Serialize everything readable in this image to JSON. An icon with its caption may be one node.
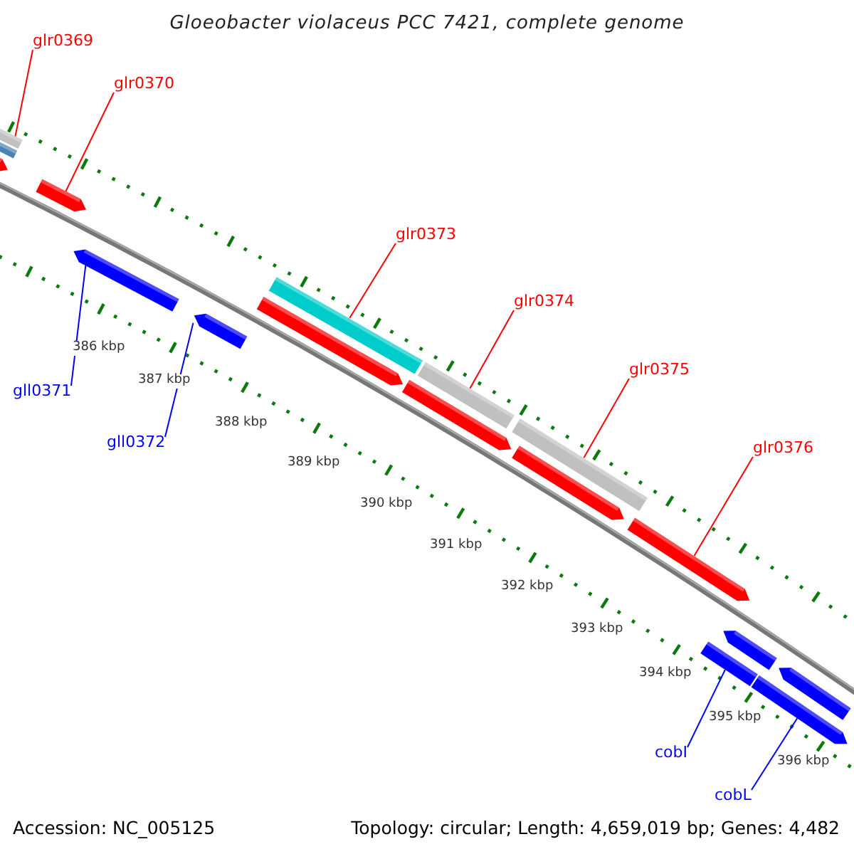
{
  "diagram": {
    "title": "Gloeobacter violaceus PCC 7421, complete genome",
    "nodes": [
      {
        "text": [
          "glr0369"
        ]
      },
      {
        "text": [
          "glr0370"
        ]
      },
      {
        "text": [
          "glr0373"
        ]
      },
      {
        "text": [
          "glr0374"
        ]
      },
      {
        "text": [
          "gll0371"
        ]
      },
      {
        "text": [
          "glr0375"
        ]
      },
      {
        "text": [
          "gll0372"
        ]
      },
      {
        "text": [
          "glr0376"
        ]
      },
      {
        "text": [
          "cobI"
        ]
      },
      {
        "text": [
          "cobL"
        ]
      },
      {
        "text": [],
        "shape": "bar"
      },
      {
        "text": [],
        "shape": "bar"
      },
      {
        "text": [],
        "shape": "arrow"
      },
      {
        "text": [],
        "shape": "arrow"
      },
      {
        "text": [],
        "shape": "arrow"
      },
      {
        "text": [],
        "shape": "arrow"
      },
      {
        "text": [],
        "shape": "bar"
      },
      {
        "text": [],
        "shape": "arrow"
      },
      {
        "text": [],
        "shape": "bar"
      },
      {
        "text": [],
        "shape": "arrow"
      },
      {
        "text": [],
        "shape": "bar"
      },
      {
        "text": [],
        "shape": "arrow"
      },
      {
        "text": [],
        "shape": "arrow"
      },
      {
        "text": [],
        "shape": "arrow"
      },
      {
        "text": [],
        "shape": "arrow"
      },
      {
        "text": [],
        "shape": "bar"
      },
      {
        "text": [],
        "shape": "arrow"
      }
    ],
    "edges": [
      {
        "from": 0,
        "to": 10,
        "arrow": "none"
      },
      {
        "from": 1,
        "to": 13,
        "arrow": "none"
      },
      {
        "from": 2,
        "to": 16,
        "arrow": "none"
      },
      {
        "from": 3,
        "to": 18,
        "arrow": "none"
      },
      {
        "from": 4,
        "to": 14,
        "arrow": "none",
        "color": "#0000ff"
      },
      {
        "from": 5,
        "to": 20,
        "arrow": "none"
      },
      {
        "from": 6,
        "to": 15,
        "arrow": "none",
        "color": "#0000ff"
      },
      {
        "from": 7,
        "to": 22,
        "arrow": "none"
      },
      {
        "from": 8,
        "to": 25,
        "arrow": "none",
        "color": "#0000ff"
      },
      {
        "from": 9,
        "to": 26,
        "arrow": "none",
        "color": "#0000ff"
      }
    ],
    "labels": [
      "386 kbp",
      "387 kbp",
      "388 kbp",
      "389 kbp",
      "390 kbp",
      "391 kbp",
      "392 kbp",
      "393 kbp",
      "394 kbp",
      "395 kbp",
      "396 kbp",
      "Accession: NC_005125",
      "Topology: circular; Length: 4,659,019 bp; Genes: 4,482"
    ]
  }
}
